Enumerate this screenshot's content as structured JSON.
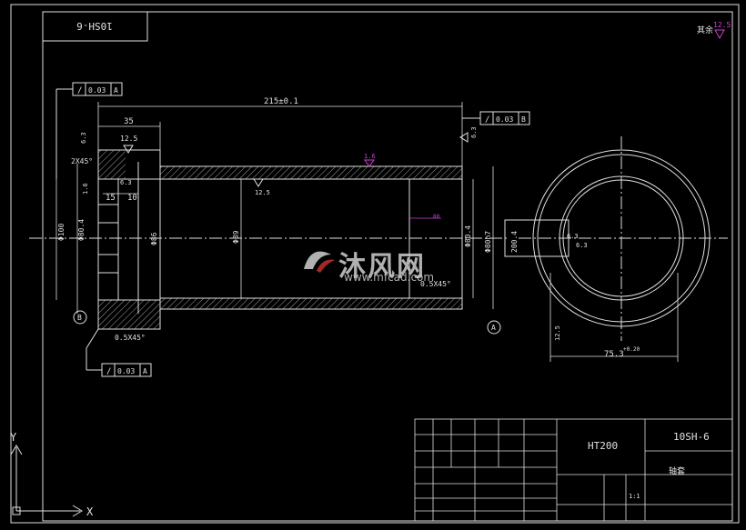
{
  "drawing": {
    "title_block_rev": "10SH-6",
    "roughness_top_right": "12.5",
    "roughness_top_right_label": "其余",
    "material": "HT200",
    "part_code": "10SH-6",
    "part_name": "轴套",
    "scale": "1:1"
  },
  "dimensions": {
    "overall_length": "215±0.1",
    "flange_length": "35",
    "flange_inner_1": "15",
    "flange_inner_2": "10",
    "chamfer_top": "2X45°",
    "chamfer_bottom": "0.5X45°",
    "chamfer_right": "0.5X45°",
    "dia_100": "Φ100",
    "dia_804": "Φ80.4",
    "dia_86": "Φ86",
    "dia_89": "Φ89",
    "dia_80h7": "Φ80h7",
    "dia_804_right": "Φ80.4",
    "dia_200": "200.4",
    "side_width": "75.3",
    "side_tol": "+0.20",
    "magenta_dim": "80",
    "roughness_flange": "12.5",
    "roughness_small": "6.3",
    "roughness_small2": "1.6",
    "roughness_bore": "12.5",
    "roughness_top": "1.6",
    "roughness_right_top": "6.3",
    "roughness_circle_a": "6.3",
    "roughness_circle_b": "6.3",
    "roughness_circle_c": "12.5",
    "datum_a": "A",
    "datum_b": "B"
  },
  "tolerances": {
    "runout_top": {
      "value": "0.03",
      "datum": "A"
    },
    "runout_right": {
      "value": "0.03",
      "datum": "B"
    },
    "runout_bottom": {
      "value": "0.03",
      "datum": "A"
    }
  },
  "axes": {
    "x": "X",
    "y": "Y"
  },
  "watermark": {
    "name": "沐风网",
    "url": "www.mfcad.com"
  }
}
